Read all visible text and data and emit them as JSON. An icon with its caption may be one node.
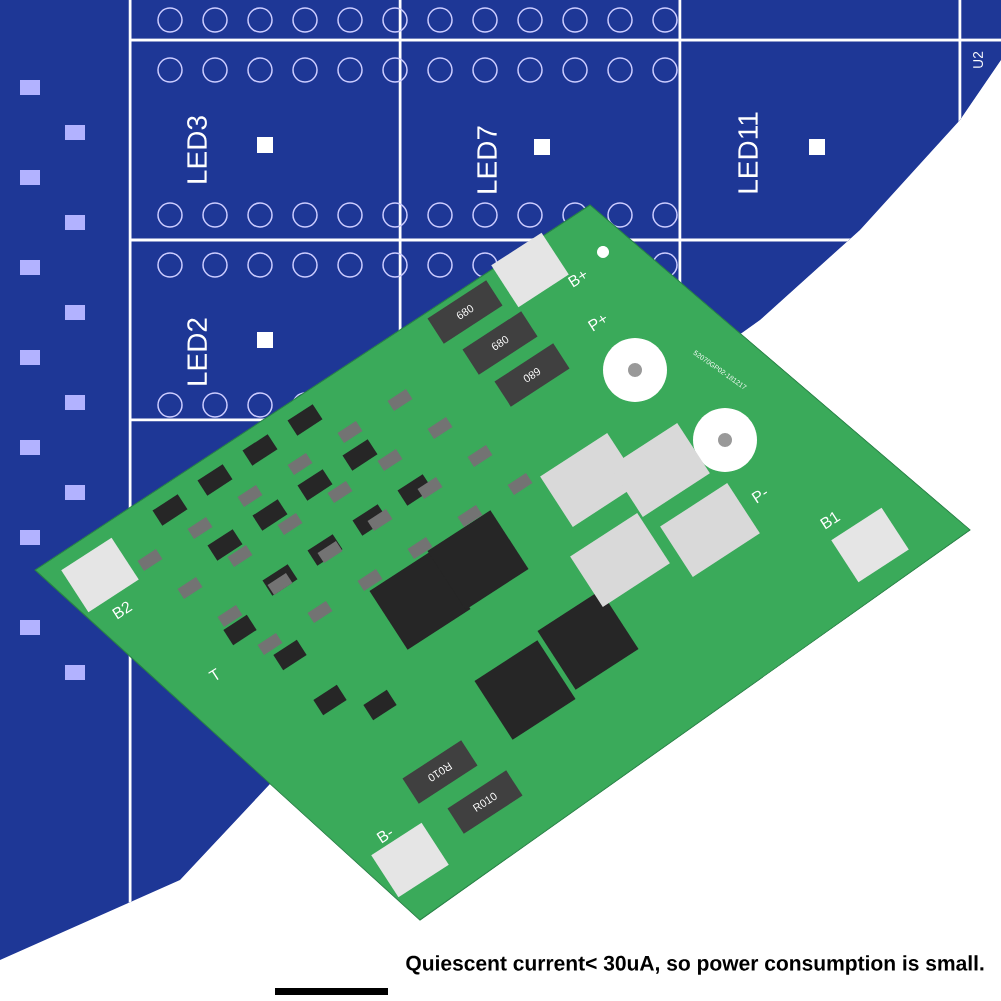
{
  "diagram": {
    "caption": "Quiescent current< 30uA, so power consumption is small.",
    "labels": [
      "LED3",
      "LED7",
      "LED11",
      "U2",
      "LED2",
      "680",
      "680",
      "B+",
      "680",
      "P+",
      "52070GP02-181217",
      "P-",
      "B1",
      "B2",
      "T",
      "R010",
      "R010",
      "B-"
    ]
  }
}
